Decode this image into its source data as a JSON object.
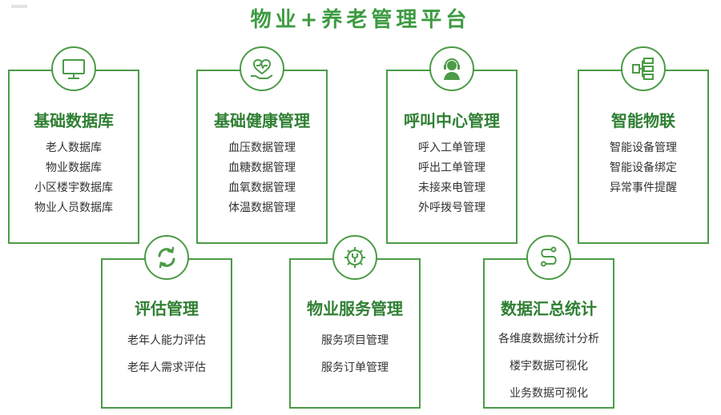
{
  "title": "物业+养老管理平台",
  "colors": {
    "accent": "#4c9b47",
    "title": "#3d9b41",
    "text": "#333333"
  },
  "cards": [
    {
      "title": "基础数据库",
      "icon": "monitor-icon",
      "items": [
        "老人数据库",
        "物业数据库",
        "小区楼宇数据库",
        "物业人员数据库"
      ]
    },
    {
      "title": "基础健康管理",
      "icon": "heart-hand-icon",
      "items": [
        "血压数据管理",
        "血糖数据管理",
        "血氧数据管理",
        "体温数据管理"
      ]
    },
    {
      "title": "呼叫中心管理",
      "icon": "headset-agent-icon",
      "items": [
        "呼入工单管理",
        "呼出工单管理",
        "未接来电管理",
        "外呼拨号管理"
      ]
    },
    {
      "title": "智能物联",
      "icon": "network-device-icon",
      "items": [
        "智能设备管理",
        "智能设备绑定",
        "异常事件提醒"
      ]
    },
    {
      "title": "评估管理",
      "icon": "refresh-cycle-icon",
      "items": [
        "老年人能力评估",
        "老年人需求评估"
      ]
    },
    {
      "title": "物业服务管理",
      "icon": "gear-wrench-icon",
      "items": [
        "服务项目管理",
        "服务订单管理"
      ]
    },
    {
      "title": "数据汇总统计",
      "icon": "path-flow-icon",
      "items": [
        "各维度数据统计分析",
        "楼宇数据可视化",
        "业务数据可视化"
      ]
    }
  ]
}
